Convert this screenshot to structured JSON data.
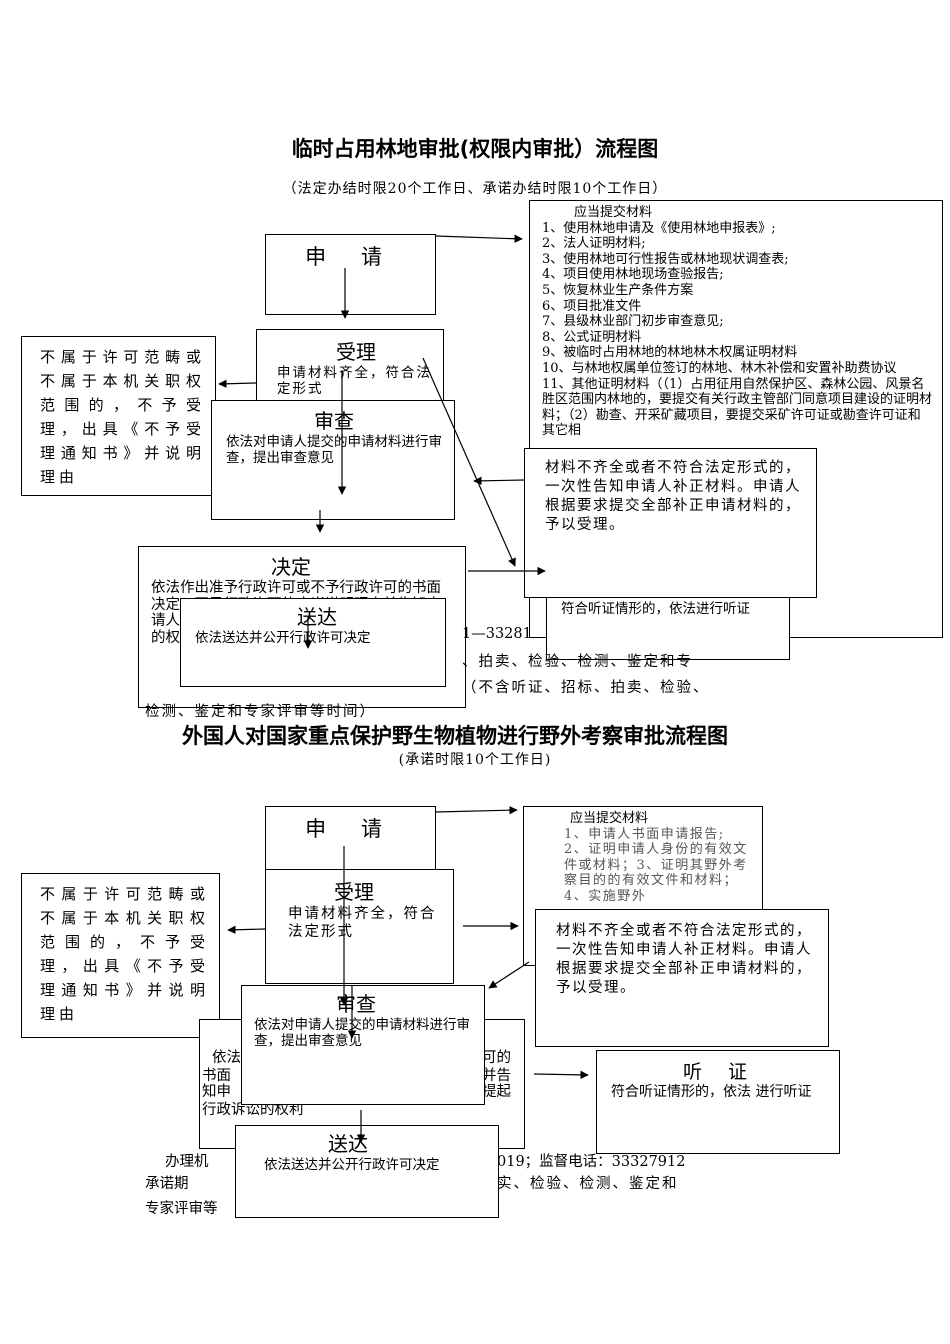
{
  "chart1": {
    "title": "临时占用林地审批(权限内审批）流程图",
    "subtitle": "（法定办结时限20个工作日、承诺办结时限10个工作日）",
    "apply": "申  请",
    "materials_title": "应当提交材料",
    "materials": "1、使用林地申请及《使用林地申报表》;\n2、法人证明材料;\n3、使用林地可行性报告或林地现状调查表;\n4、项目使用林地现场查验报告;\n5、恢复林业生产条件方案\n6、项目批准文件\n7、县级林业部门初步审查意见;\n8、公式证明材料\n9、被临时占用林地的林地林木权属证明材料\n10、与林地权属单位签订的林地、林木补偿和安置补助费协议\n11、其他证明材料（（1）占用征用自然保护区、森林公园、风景名胜区范围内林地的，要提交有关行政主管部门同意项目建设的证明材料；（2）勘查、开采矿藏项目，要提交采矿许可证或勘查许可证和其它相",
    "reject": "不属于许可范畴或不属于本机关职权范围的，不予受理，出具《不予受理通知书》并说明理由",
    "accept_title": "受理",
    "accept_text": "申请材料齐全，符合法定形式",
    "review_title": "审查",
    "review_text": "依法对申请人提交的申请材料进行审查，提出审查意见",
    "supplement": "材料不齐全或者不符合法定形式的，一次性告知申请人补正材料。申请人根据要求提交全部补正申请材料的，予以受理。",
    "decision_title": "决定",
    "decision_text": "依法作出准予行政许可或不予行政许可的书面决定，不予行政许可的应当说明理由并告知申请人享有依法申请行政复议或者提起行政诉讼的权利",
    "delivery_title": "送达",
    "delivery_text": "依法送达并公开行政许可决定",
    "hearing_hidden": "符合听证情形的，依法进行听证",
    "note_line1": "1—33281",
    "note_line2": "、拍卖、检验、检测、鉴定和专",
    "note_line3": "（不含听证、招标、拍卖、检验、",
    "note_line4": "检测、鉴定和专家评审等时间）"
  },
  "chart2": {
    "title": "外国人对国家重点保护野生物植物进行野外考察审批流程图",
    "subtitle": "(承诺时限10个工作日)",
    "apply": "申  请",
    "materials_title": "应当提交材料",
    "materials": "1、申请人书面申请报告;\n2、证明申请人身份的有效文件或材料；3、证明其野外考察目的的有效文件和材料；4、实施野外",
    "reject": "不属于许可范畴或不属于本机关职权范围的，不予受理，出具《不予受理通知书》并说明理由",
    "accept_title": "受理",
    "accept_text": "申请材料齐全，符合法定形式",
    "supplement": "材料不齐全或者不符合法定形式的，一次性告知申请人补正材料。申请人根据要求提交全部补正申请材料的，予以受理。",
    "review_title": "审查",
    "review_text": "依法对申请人提交的申请材料进行审查，提出审查意见",
    "decision_frag1": "依法",
    "decision_frag2": "可的",
    "decision_frag3": "书面",
    "decision_frag4": "并告",
    "decision_frag5": "知申",
    "decision_frag6": "提起",
    "decision_frag7": "行政诉讼的权利",
    "hearing_title": "听  证",
    "hearing_text": "符合听证情形的，依法 进行听证",
    "delivery_title": "送达",
    "delivery_text": "依法送达并公开行政许可决定",
    "note1a": "办理机",
    "note1b": "019；监督电话：33327912",
    "note2a": "承诺期",
    "note2b": "实、检验、检测、鉴定和",
    "note3a": "专家评审等"
  }
}
